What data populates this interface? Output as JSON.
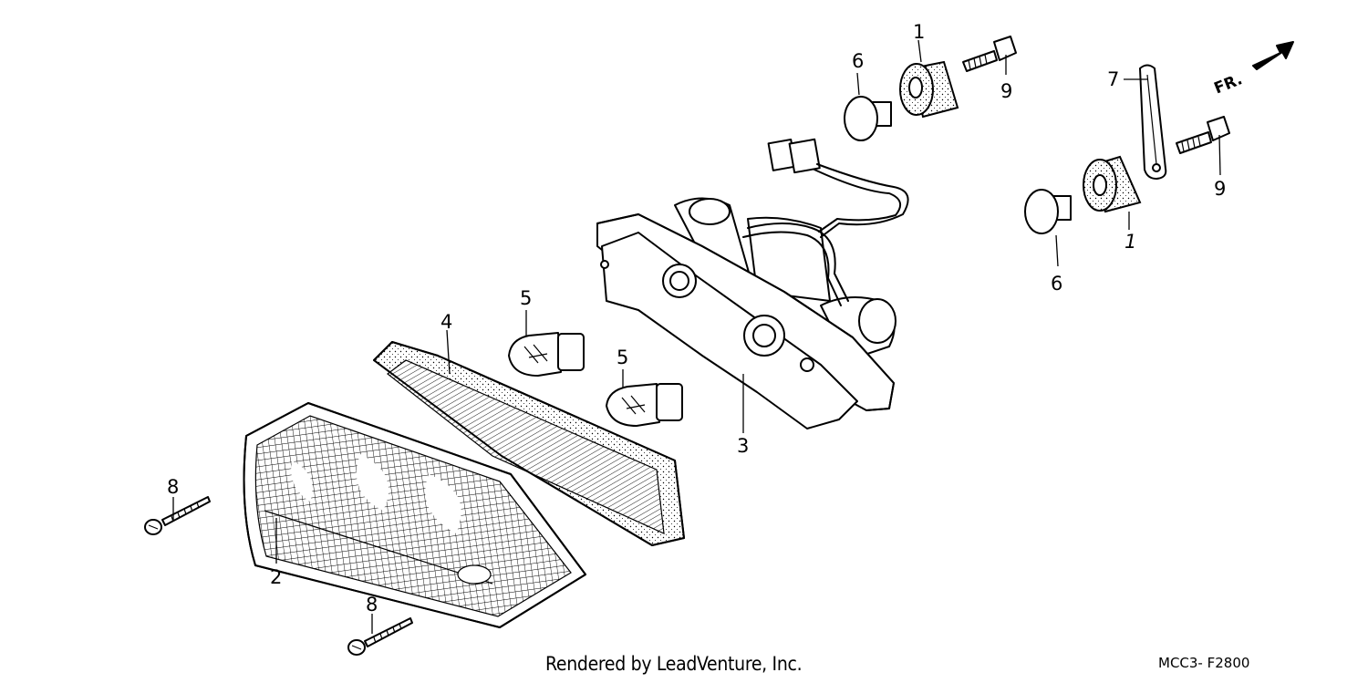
{
  "footer": {
    "credit": "Rendered by LeadVenture, Inc.",
    "code": "MCC3- F2800"
  },
  "direction_label": "FR.",
  "callouts": [
    {
      "id": "c1a",
      "text": "1"
    },
    {
      "id": "c1b",
      "text": "1"
    },
    {
      "id": "c2",
      "text": "2"
    },
    {
      "id": "c3",
      "text": "3"
    },
    {
      "id": "c4",
      "text": "4"
    },
    {
      "id": "c5a",
      "text": "5"
    },
    {
      "id": "c5b",
      "text": "5"
    },
    {
      "id": "c6a",
      "text": "6"
    },
    {
      "id": "c6b",
      "text": "6"
    },
    {
      "id": "c7",
      "text": "7"
    },
    {
      "id": "c8a",
      "text": "8"
    },
    {
      "id": "c8b",
      "text": "8"
    },
    {
      "id": "c9a",
      "text": "9"
    },
    {
      "id": "c9b",
      "text": "9"
    }
  ]
}
